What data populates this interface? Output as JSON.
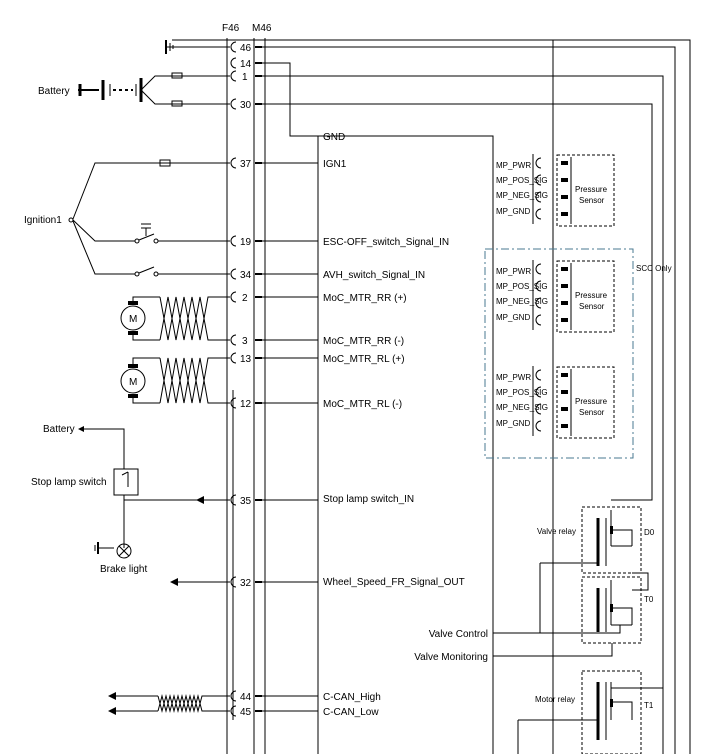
{
  "connectors": {
    "f": "F46",
    "m": "M46"
  },
  "pins": {
    "p46": "46",
    "p14": "14",
    "p1": "1",
    "p30": "30",
    "p37": "37",
    "p19": "19",
    "p34": "34",
    "p2": "2",
    "p3": "3",
    "p13": "13",
    "p12": "12",
    "p35": "35",
    "p32": "32",
    "p44": "44",
    "p45": "45"
  },
  "ecu": {
    "gnd": "GND",
    "ign1": "IGN1",
    "esc_off": "ESC-OFF_switch_Signal_IN",
    "avh": "AVH_switch_Signal_IN",
    "moc_rr_pos": "MoC_MTR_RR (+)",
    "moc_rr_neg": "MoC_MTR_RR (-)",
    "moc_rl_pos": "MoC_MTR_RL (+)",
    "moc_rl_neg": "MoC_MTR_RL (-)",
    "stop_lamp_in": "Stop lamp switch_IN",
    "wheel_speed": "Wheel_Speed_FR_Signal_OUT",
    "can_high": "C-CAN_High",
    "can_low": "C-CAN_Low",
    "valve_control": "Valve Control",
    "valve_monitoring": "Valve Monitoring"
  },
  "external": {
    "battery": "Battery",
    "ignition": "Ignition1",
    "stop_lamp_switch": "Stop lamp switch",
    "brake_light": "Brake light",
    "motor_symbol": "M"
  },
  "sensor_pins": {
    "pwr": "MP_PWR",
    "pos": "MP_POS_SIG",
    "neg": "MP_NEG_SIG",
    "gnd": "MP_GND"
  },
  "sensor": {
    "line1": "Pressure",
    "line2": "Sensor"
  },
  "scc_only": "SCC Only",
  "relays": {
    "valve_relay": "Valve relay",
    "motor_relay": "Motor relay",
    "d0": "D0",
    "t0": "T0",
    "t1": "T1"
  }
}
